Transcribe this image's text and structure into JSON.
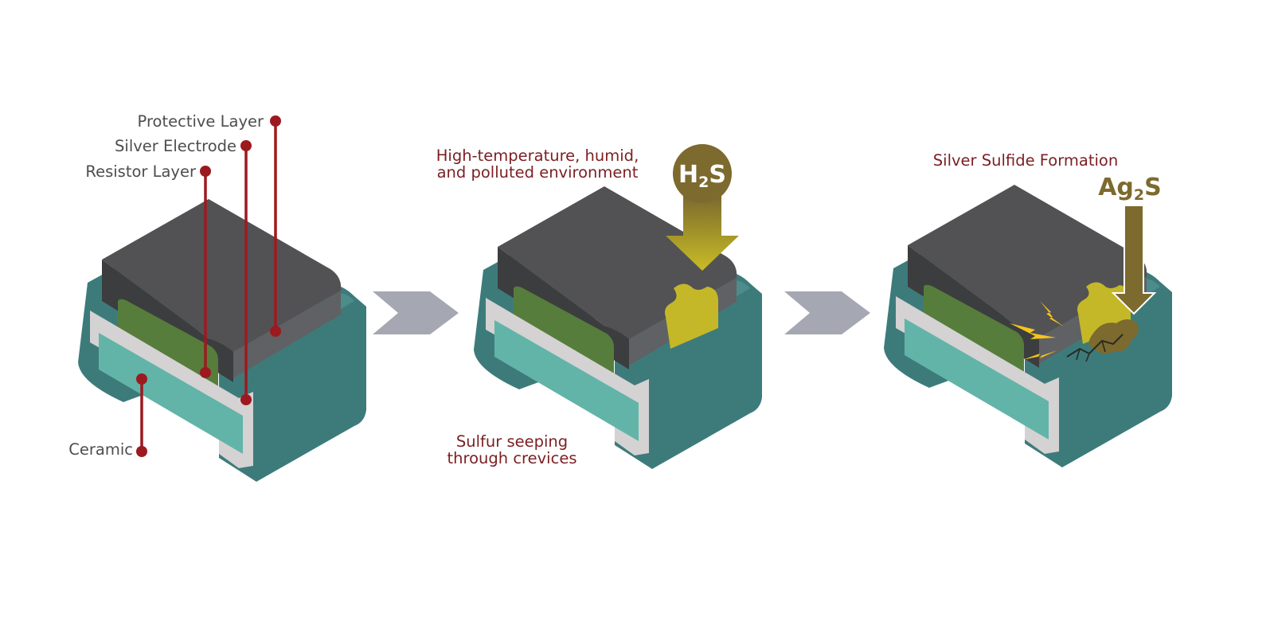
{
  "panel1": {
    "labels": {
      "protective": "Protective Layer",
      "silver": "Silver Electrode",
      "resistor": "Resistor Layer",
      "ceramic": "Ceramic"
    }
  },
  "panel2": {
    "caption_top_1": "High-temperature, humid,",
    "caption_top_2": "and polluted environment",
    "caption_bottom_1": "Sulfur seeping",
    "caption_bottom_2": "through crevices",
    "chem_main_1": "H",
    "chem_sub": "2",
    "chem_main_2": "S"
  },
  "panel3": {
    "caption": "Silver Sulfide Formation",
    "chem_main_1": "Ag",
    "chem_sub": "2",
    "chem_main_2": "S"
  },
  "colors": {
    "teal_dark": "#3d7b7b",
    "teal_light": "#62b4a8",
    "cap_top": "#525254",
    "cap_dark": "#3c3d3f",
    "resistor_green": "#567d3c",
    "electrode_grey": "#d4d2d2",
    "leader_red": "#9c1a1f",
    "arrow_grey": "#a5a8b3",
    "sulfide_brown": "#7c6a2e",
    "sulfur_yellow": "#c4b829",
    "spark_yellow": "#f5c518"
  }
}
